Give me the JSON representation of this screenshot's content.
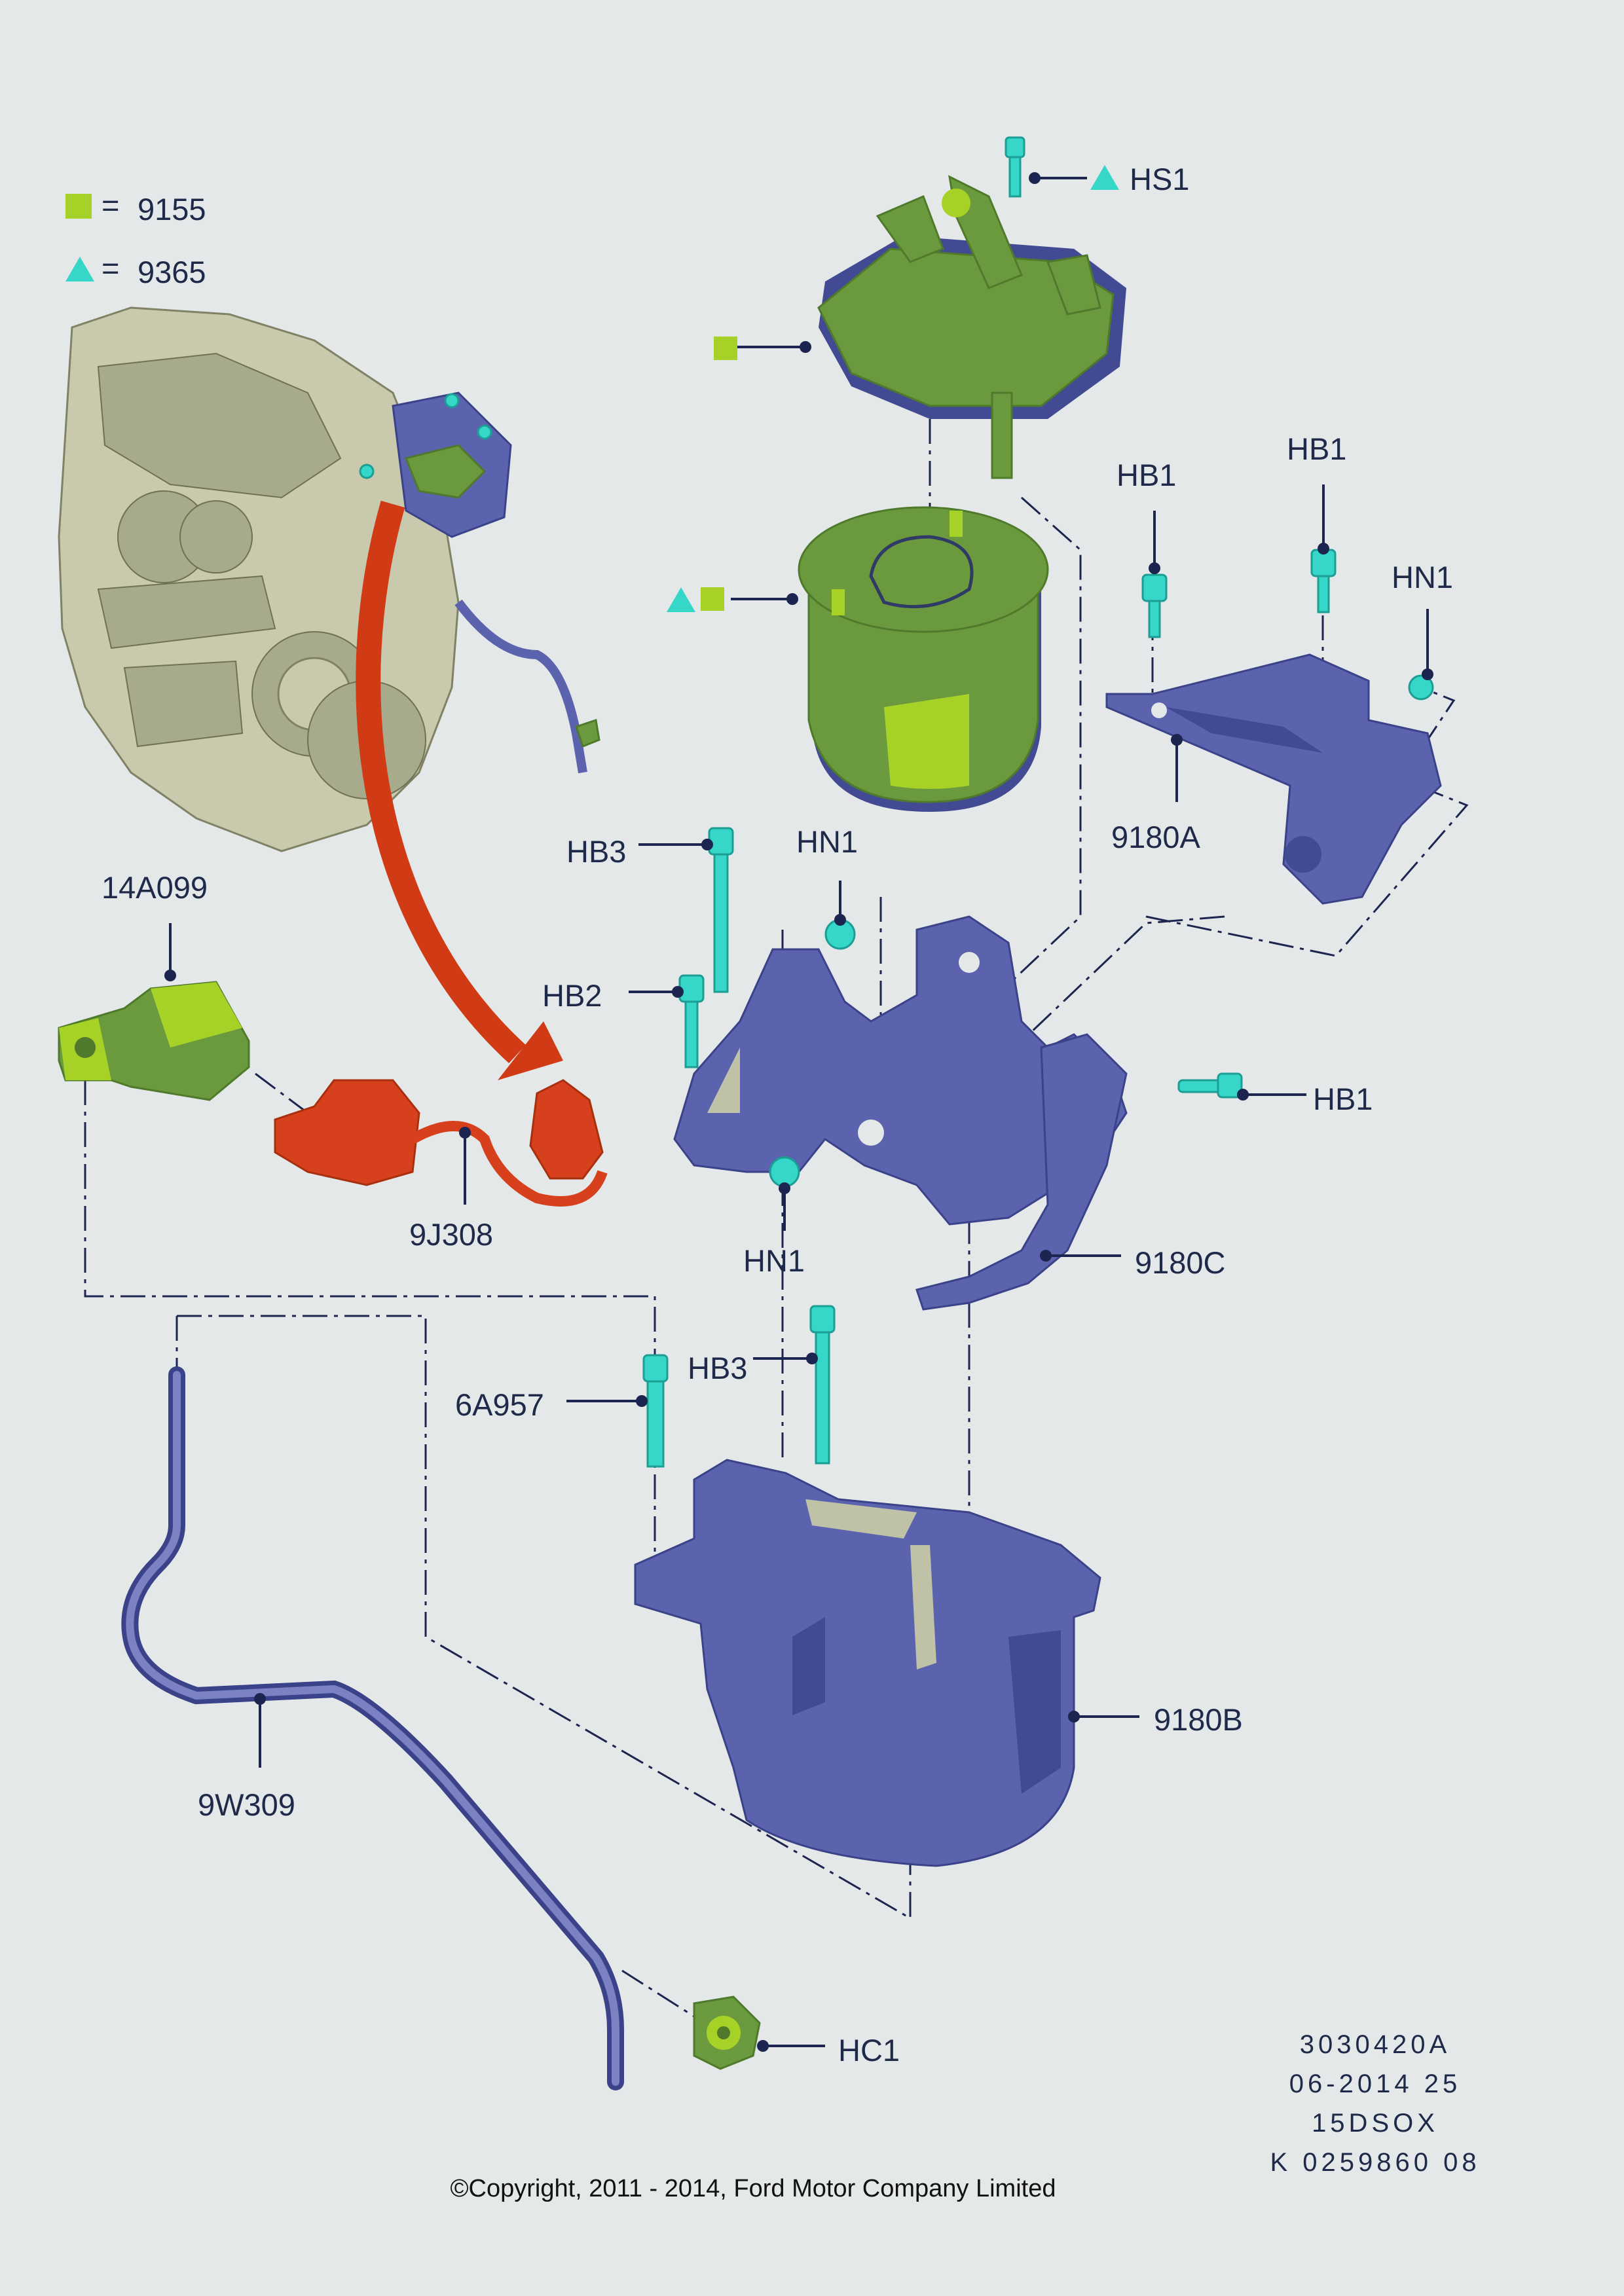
{
  "legend": {
    "square_code": "9155",
    "triangle_code": "9365",
    "equals": "="
  },
  "callouts": {
    "hs1": "HS1",
    "hb1_left": "HB1",
    "hb1_right": "HB1",
    "hn1_top_right": "HN1",
    "part_9180a": "9180A",
    "hb3_upper": "HB3",
    "hn1_middle": "HN1",
    "hb2": "HB2",
    "hb1_side": "HB1",
    "hn1_lower": "HN1",
    "part_9180c": "9180C",
    "part_14a099": "14A099",
    "part_9j308": "9J308",
    "hb3_lower": "HB3",
    "part_6a957": "6A957",
    "part_9180b": "9180B",
    "part_9w309": "9W309",
    "hc1": "HC1"
  },
  "reference": {
    "line1": "3030420A",
    "line2": "06-2014 25",
    "line3": "15DSOX",
    "line4": "K 0259860 08"
  },
  "copyright": "©Copyright, 2011 - 2014, Ford Motor Company Limited",
  "colors": {
    "background": "#e5e8e8",
    "part_blue": "#5b63ae",
    "part_green": "#6b9a3e",
    "marker_lime": "#a6d227",
    "fastener_cyan": "#36d7c8",
    "harness_orange": "#d6401d",
    "arrow_red": "#d03a14",
    "engine_grey": "#c8c9ad"
  }
}
